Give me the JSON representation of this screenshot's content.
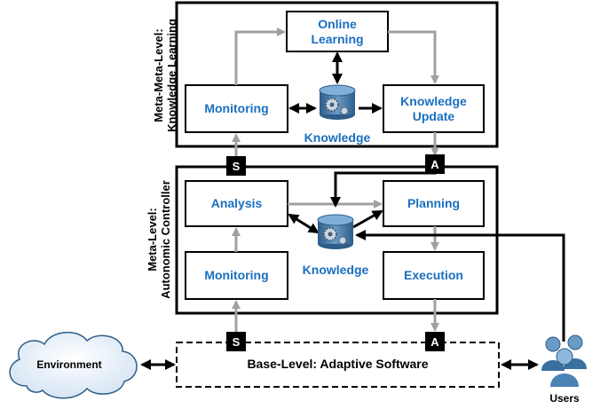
{
  "meta_meta_level": {
    "title_line1": "Meta-Meta-Level:",
    "title_line2": "Knowledge Learning",
    "online_learning": {
      "line1": "Online",
      "line2": "Learning"
    },
    "monitoring": "Monitoring",
    "knowledge": "Knowledge",
    "knowledge_update": {
      "line1": "Knowledge",
      "line2": "Update"
    }
  },
  "meta_level": {
    "title_line1": "Meta-Level:",
    "title_line2": "Autonomic Controller",
    "analysis": "Analysis",
    "planning": "Planning",
    "monitoring": "Monitoring",
    "knowledge": "Knowledge",
    "execution": "Execution"
  },
  "ports": {
    "sensor": "S",
    "actuator": "A"
  },
  "base_level": "Base-Level: Adaptive Software",
  "environment": "Environment",
  "users": "Users",
  "colors": {
    "box_text": "#1a6fc0",
    "gray_arrow": "#a0a0a0",
    "db_blue": "#3a6f9e"
  }
}
